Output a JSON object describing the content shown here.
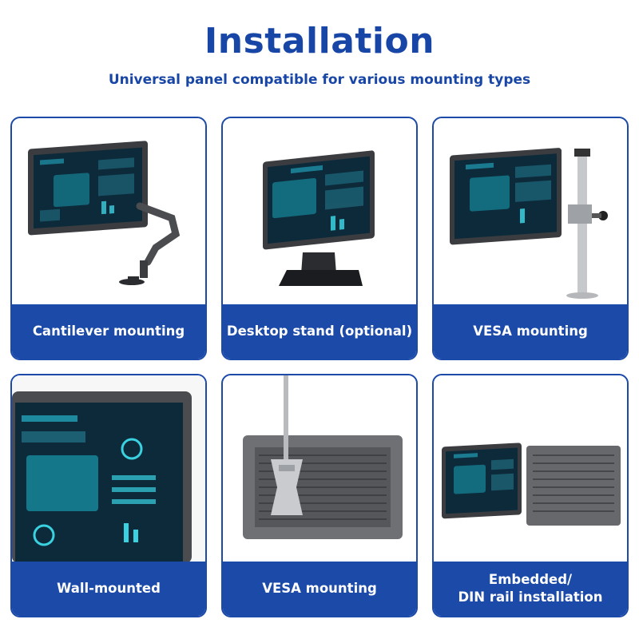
{
  "header": {
    "title": "Installation",
    "subtitle": "Universal panel compatible for various mounting types"
  },
  "colors": {
    "brand": "#1b4aa8",
    "heading": "#1846a6",
    "screen": "#0d2a3a",
    "bezel": "#3a3c40"
  },
  "cards": [
    {
      "label": "Cantilever mounting",
      "icon": "monitor-arm-icon"
    },
    {
      "label": "Desktop stand (optional)",
      "icon": "desktop-stand-icon"
    },
    {
      "label": "VESA mounting",
      "icon": "pole-mount-icon"
    },
    {
      "label": "Wall-mounted",
      "icon": "wall-mount-icon"
    },
    {
      "label": "VESA mounting",
      "icon": "vesa-back-icon"
    },
    {
      "label": "Embedded/\nDIN rail installation",
      "icon": "din-rail-icon"
    }
  ]
}
